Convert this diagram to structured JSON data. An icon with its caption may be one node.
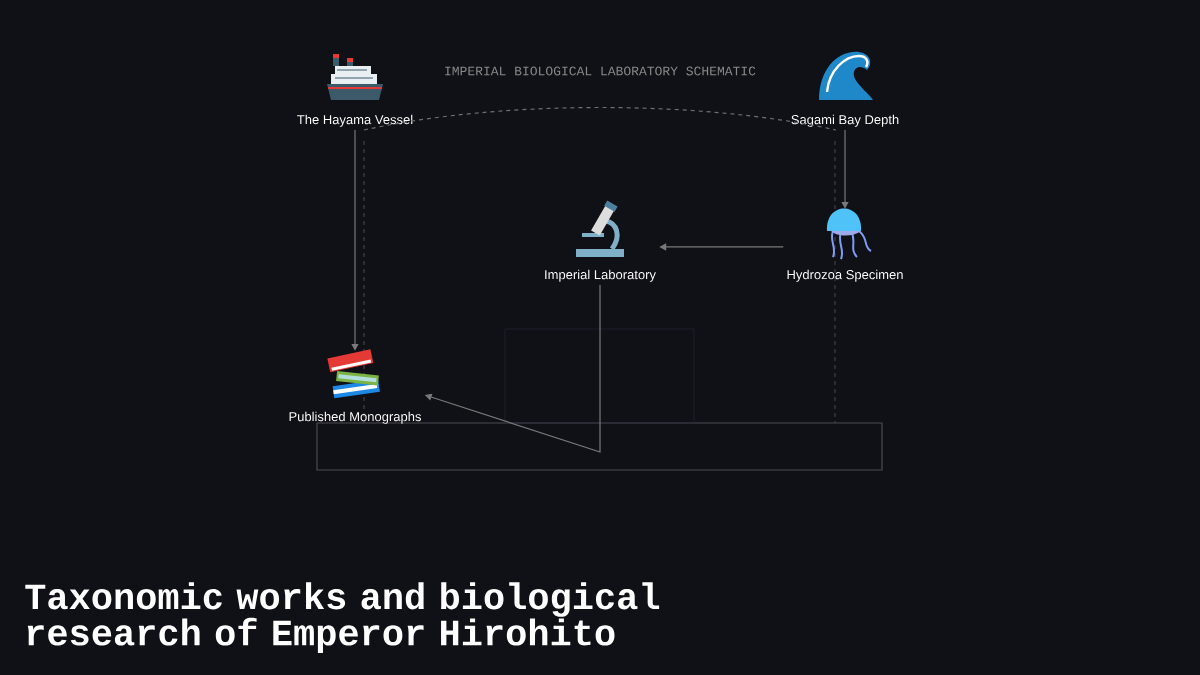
{
  "diagram": {
    "title": "Taxonomic works and biological research of Emperor Hirohito",
    "nodes": [
      {
        "text": [
          "The Hayama Vessel"
        ]
      },
      {
        "text": [
          "Sagami Bay Depth"
        ]
      },
      {
        "text": [
          "Imperial Laboratory"
        ]
      },
      {
        "text": [
          "Hydrozoa Specimen"
        ]
      },
      {
        "text": [
          "Published Monographs"
        ]
      }
    ],
    "edges": [
      {
        "from": 0,
        "to": 4,
        "arrow": "to"
      },
      {
        "from": 0,
        "to": 1,
        "arrow": "none",
        "style": "dashed"
      },
      {
        "from": 1,
        "to": 3,
        "arrow": "to"
      },
      {
        "from": 3,
        "to": 2,
        "arrow": "to"
      },
      {
        "from": 2,
        "to": 4,
        "arrow": "to"
      }
    ],
    "labels": [
      "IMPERIAL BIOLOGICAL LABORATORY SCHEMATIC"
    ]
  }
}
